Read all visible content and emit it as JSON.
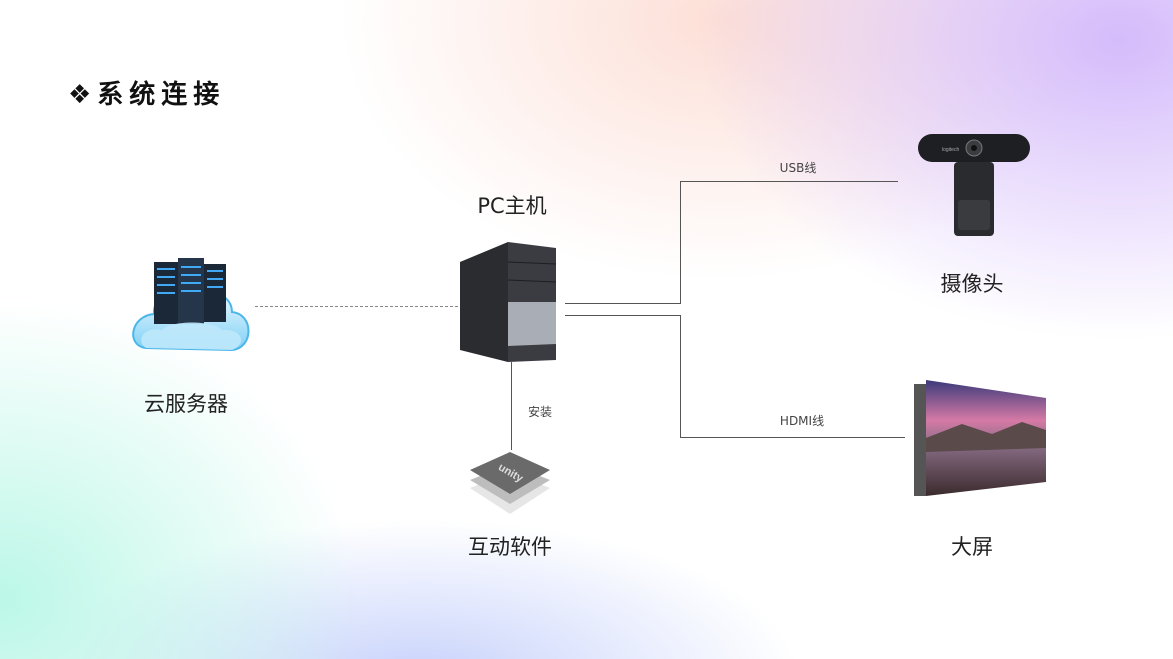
{
  "title": "❖系统连接",
  "nodes": {
    "cloud_server": "云服务器",
    "pc_host": "PC主机",
    "software": "互动软件",
    "camera": "摄像头",
    "big_screen": "大屏"
  },
  "edges": {
    "usb": "USB线",
    "hdmi": "HDMI线",
    "install": "安装"
  },
  "logos": {
    "webcam_brand": "logitech",
    "software_brand": "unity"
  }
}
